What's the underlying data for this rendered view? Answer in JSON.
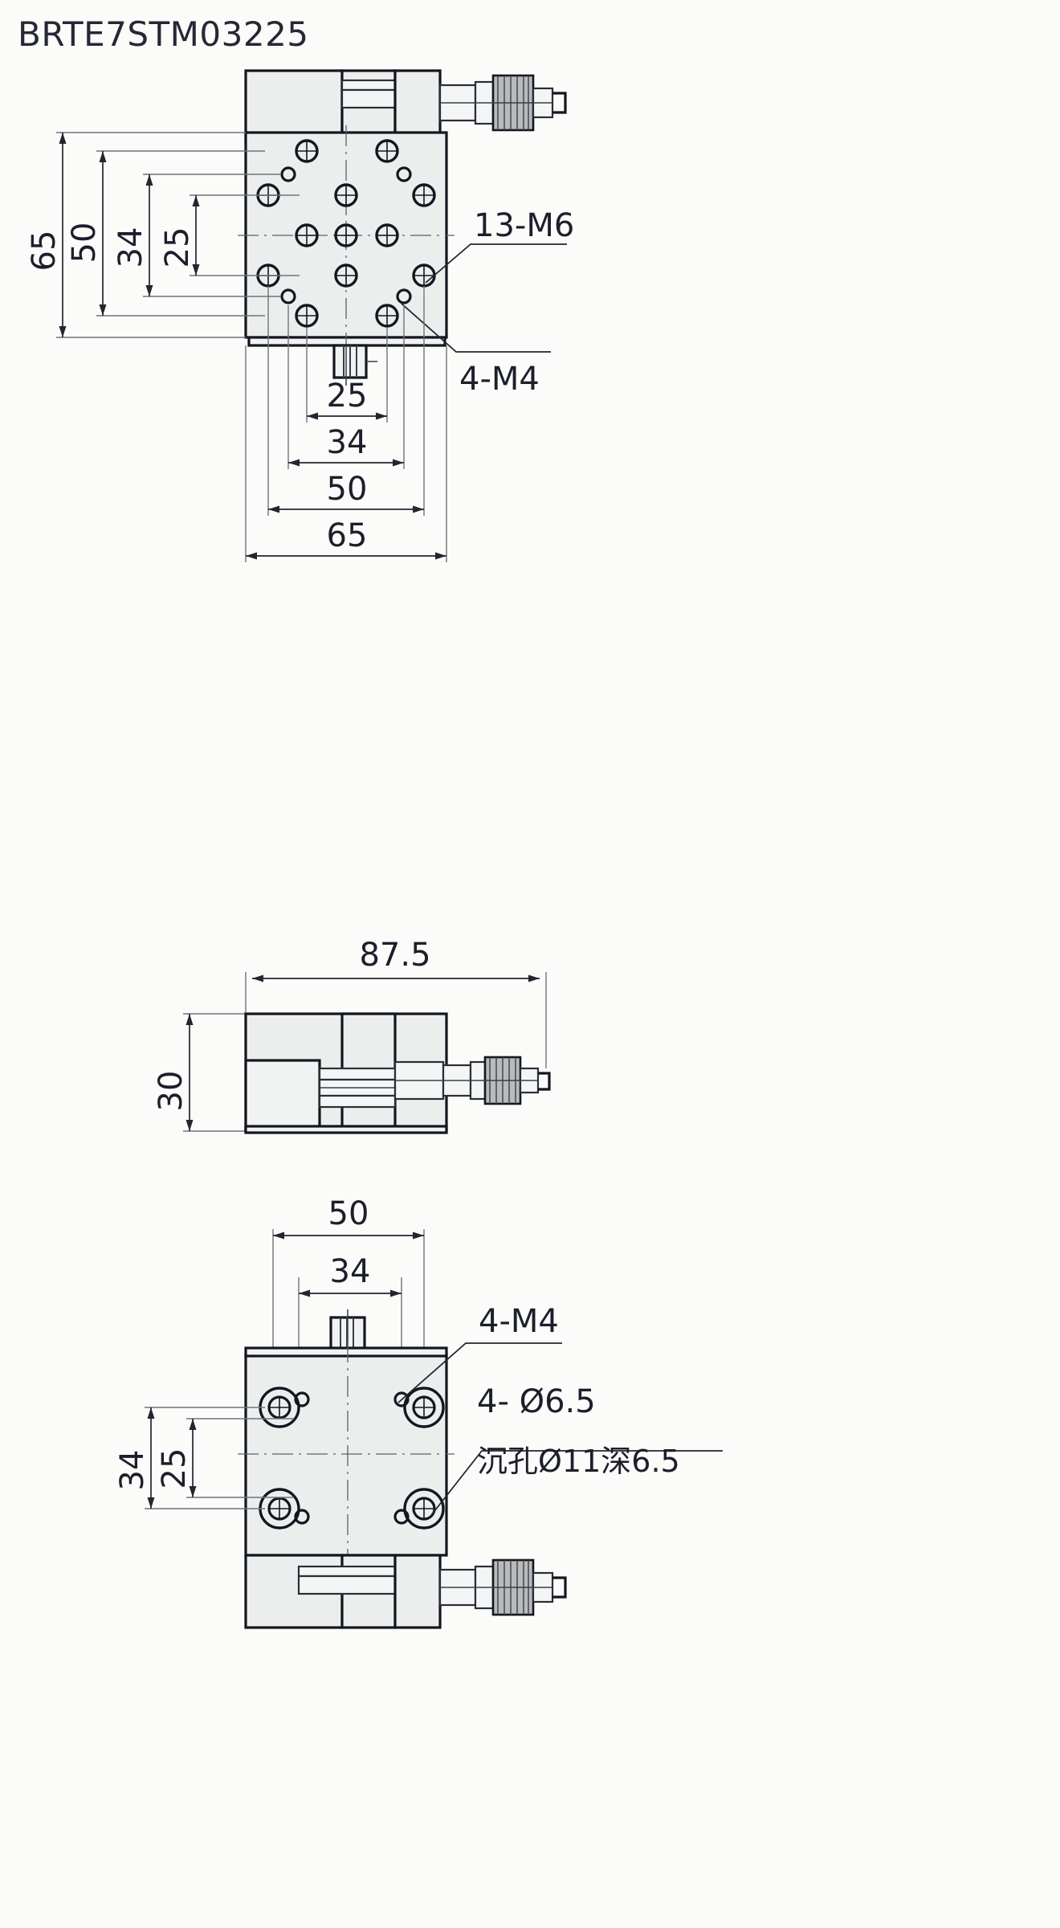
{
  "title": "BRTE7STM03225",
  "drawing": {
    "type": "mechanical-dimension-drawing",
    "views": [
      {
        "name": "top-view",
        "label": ""
      },
      {
        "name": "front-view",
        "label": ""
      },
      {
        "name": "side-view",
        "label": ""
      }
    ]
  },
  "top_view": {
    "dimensions_vertical": [
      "65",
      "50",
      "34",
      "25"
    ],
    "dimensions_horizontal": [
      "25",
      "34",
      "50",
      "65"
    ],
    "callouts": [
      {
        "name": "thread-callout-m6",
        "text": "13-M6"
      },
      {
        "name": "thread-callout-m4",
        "text": "4-M4"
      }
    ]
  },
  "front_view": {
    "dimension_width": "87.5",
    "dimension_height": "30"
  },
  "side_view": {
    "dimensions_horizontal": [
      "50",
      "34"
    ],
    "dimensions_vertical": [
      "34",
      "25"
    ],
    "callouts": [
      {
        "name": "thread-callout-m4",
        "text": "4-M4"
      },
      {
        "name": "hole-callout-dia",
        "text": "4- Ø6.5"
      },
      {
        "name": "counterbore-callout",
        "text": "沉孔Ø11深6.5"
      }
    ]
  },
  "colors": {
    "line": "#14161f",
    "body": "#eceeee",
    "dim": "#23262f",
    "background": "#fbfbf9"
  }
}
